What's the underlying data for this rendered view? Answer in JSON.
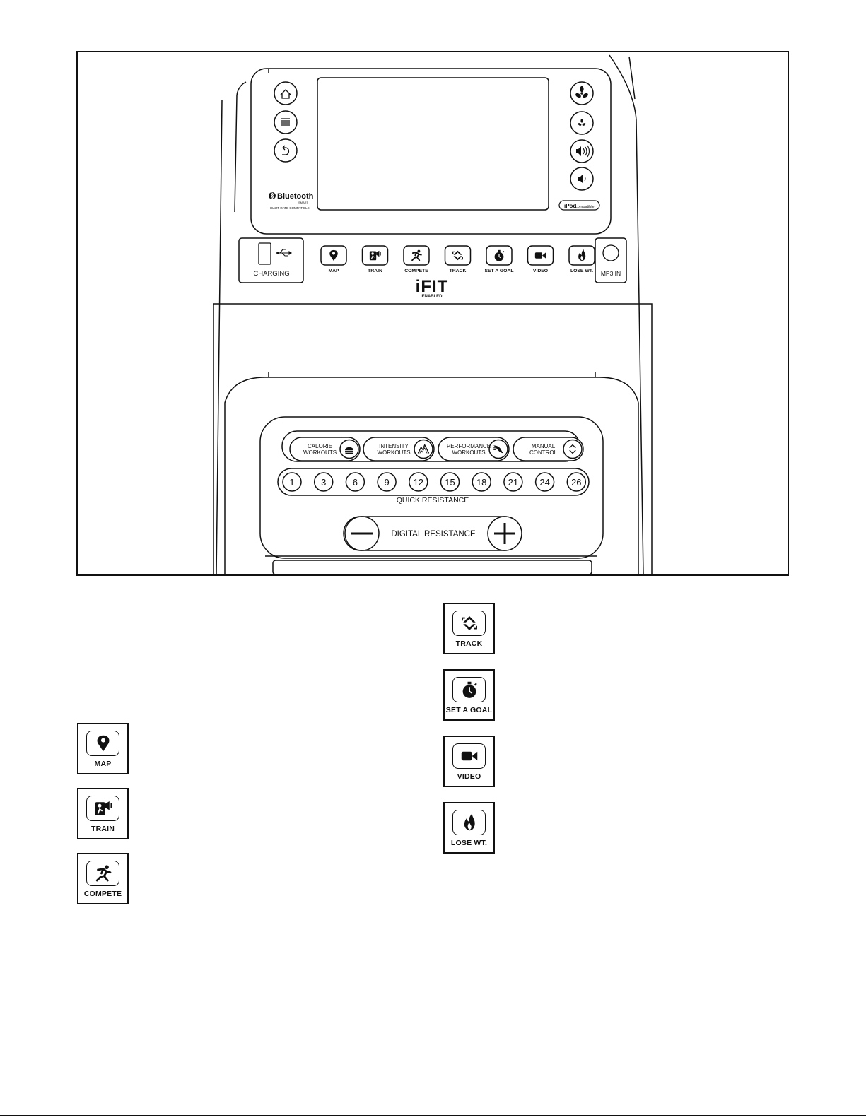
{
  "console": {
    "bluetooth_label": "Bluetooth",
    "bluetooth_sub": "SMART",
    "heart_rate_label": "HEART RATE COMPATIBLE",
    "ipod_label": "iPod",
    "ipod_sub": "compatible",
    "charging_label": "CHARGING",
    "mp3_label": "MP3 IN",
    "ifit_logo": "iFIT",
    "ifit_sub": "ENABLED",
    "left_buttons": [
      {
        "icon": "home-icon"
      },
      {
        "icon": "menu-icon"
      },
      {
        "icon": "back-icon"
      }
    ],
    "right_buttons": [
      {
        "icon": "fan-high-icon"
      },
      {
        "icon": "fan-low-icon"
      },
      {
        "icon": "volume-up-icon"
      },
      {
        "icon": "volume-down-icon"
      }
    ],
    "ifit_buttons": [
      {
        "label": "MAP",
        "icon": "map-pin-icon"
      },
      {
        "label": "TRAIN",
        "icon": "trainer-icon"
      },
      {
        "label": "COMPETE",
        "icon": "runner-icon"
      },
      {
        "label": "TRACK",
        "icon": "track-arrows-icon"
      },
      {
        "label": "SET A GOAL",
        "icon": "stopwatch-icon"
      },
      {
        "label": "VIDEO",
        "icon": "video-camera-icon"
      },
      {
        "label": "LOSE WT.",
        "icon": "flame-icon"
      }
    ],
    "workout_buttons": [
      {
        "line1": "CALORIE",
        "line2": "WORKOUTS",
        "icon": "calorie-icon"
      },
      {
        "line1": "INTENSITY",
        "line2": "WORKOUTS",
        "icon": "mountain-icon"
      },
      {
        "line1": "PERFORMANCE",
        "line2": "WORKOUTS",
        "icon": "performance-icon"
      },
      {
        "line1": "MANUAL",
        "line2": "CONTROL",
        "icon": "up-down-icon"
      }
    ],
    "quick_resistance": [
      "1",
      "3",
      "6",
      "9",
      "12",
      "15",
      "18",
      "21",
      "24",
      "26"
    ],
    "quick_resistance_label": "QUICK RESISTANCE",
    "digital_resistance_label": "DIGITAL RESISTANCE"
  },
  "legend": {
    "left": [
      {
        "label": "MAP",
        "icon": "map-pin-icon"
      },
      {
        "label": "TRAIN",
        "icon": "trainer-icon"
      },
      {
        "label": "COMPETE",
        "icon": "runner-icon"
      }
    ],
    "right": [
      {
        "label": "TRACK",
        "icon": "track-arrows-icon"
      },
      {
        "label": "SET A GOAL",
        "icon": "stopwatch-icon"
      },
      {
        "label": "VIDEO",
        "icon": "video-camera-icon"
      },
      {
        "label": "LOSE WT.",
        "icon": "flame-icon"
      }
    ]
  }
}
